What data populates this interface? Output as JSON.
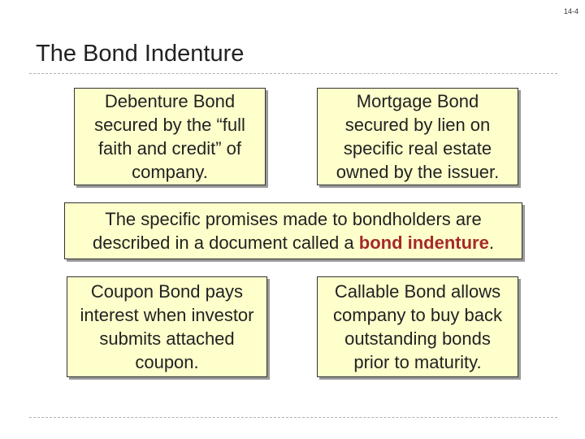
{
  "page_number": "14-4",
  "title": "The Bond Indenture",
  "boxes": {
    "debenture": {
      "lines": [
        "Debenture Bond",
        "secured by the “full",
        "faith and credit” of",
        "company."
      ]
    },
    "mortgage": {
      "lines": [
        "Mortgage Bond",
        "secured by lien on",
        "specific real estate",
        "owned by the issuer."
      ]
    },
    "center": {
      "line1": "The specific promises made to bondholders are",
      "line2_prefix": "described in a document called a ",
      "line2_highlight": "bond indenture",
      "line2_suffix": "."
    },
    "coupon": {
      "lines": [
        "Coupon Bond pays",
        "interest when investor",
        "submits attached",
        "coupon."
      ]
    },
    "callable": {
      "lines": [
        "Callable Bond allows",
        "company to buy back",
        "outstanding bonds",
        "prior to maturity."
      ]
    }
  }
}
